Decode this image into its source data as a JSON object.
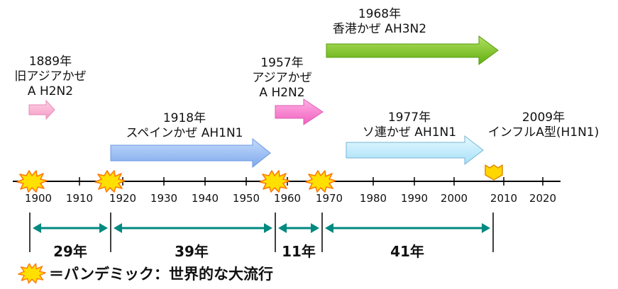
{
  "events": [
    {
      "id": "1889",
      "lines": [
        "1889年",
        "旧アジアかぜ",
        "A H2N2"
      ],
      "color": "#f8a0c8"
    },
    {
      "id": "1918",
      "lines": [
        "1918年",
        "スペインかぜ AH1N1"
      ],
      "color": "#8fb8f0"
    },
    {
      "id": "1957",
      "lines": [
        "1957年",
        "アジアかぜ",
        "A H2N2"
      ],
      "color": "#f070c8"
    },
    {
      "id": "1968",
      "lines": [
        "1968年",
        "香港かぜ AH3N2"
      ],
      "color": "#78c020"
    },
    {
      "id": "1977",
      "lines": [
        "1977年",
        "ソ連かぜ AH1N1"
      ],
      "color": "#b8ecfc"
    },
    {
      "id": "2009",
      "lines": [
        "2009年",
        "インフルA型(H1N1)"
      ],
      "color": "#ffd700"
    }
  ],
  "axis": {
    "ticks": [
      "1900",
      "1910",
      "1920",
      "1930",
      "1940",
      "1950",
      "1960",
      "1970",
      "1980",
      "1990",
      "2000",
      "2010",
      "2020"
    ]
  },
  "intervals": [
    {
      "label": "29年"
    },
    {
      "label": "39年"
    },
    {
      "label": "11年"
    },
    {
      "label": "41年"
    }
  ],
  "legend": {
    "text": "＝パンデミック：世界的な大流行"
  },
  "colors": {
    "burst": "#ffe000",
    "burst_outline": "#ff7a00",
    "interval": "#008a80",
    "axis": "#000000"
  }
}
